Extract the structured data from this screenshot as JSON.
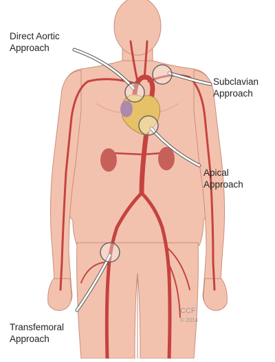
{
  "colors": {
    "skin": "#f3c2ae",
    "skin_shade": "#e3a48e",
    "outline": "#c98c78",
    "artery": "#c5433f",
    "artery_dark": "#9f2f2f",
    "heart_gold": "#e7c167",
    "heart_purple": "#a783b6",
    "kidney": "#c8605a",
    "leader": "#555555",
    "ring": "#ffffff"
  },
  "labels": {
    "direct_aortic": {
      "line1": "Direct Aortic",
      "line2": "Approach"
    },
    "subclavian": {
      "line1": "Subclavian",
      "line2": "Approach"
    },
    "apical": {
      "line1": "Apical",
      "line2": "Approach"
    },
    "transfemoral": {
      "line1": "Transfemoral",
      "line2": "Approach"
    }
  },
  "credit": {
    "org": "CCF",
    "year": "© 2014"
  },
  "icons": [
    "direct-aortic-marker-icon",
    "subclavian-marker-icon",
    "apical-marker-icon",
    "transfemoral-marker-icon"
  ]
}
